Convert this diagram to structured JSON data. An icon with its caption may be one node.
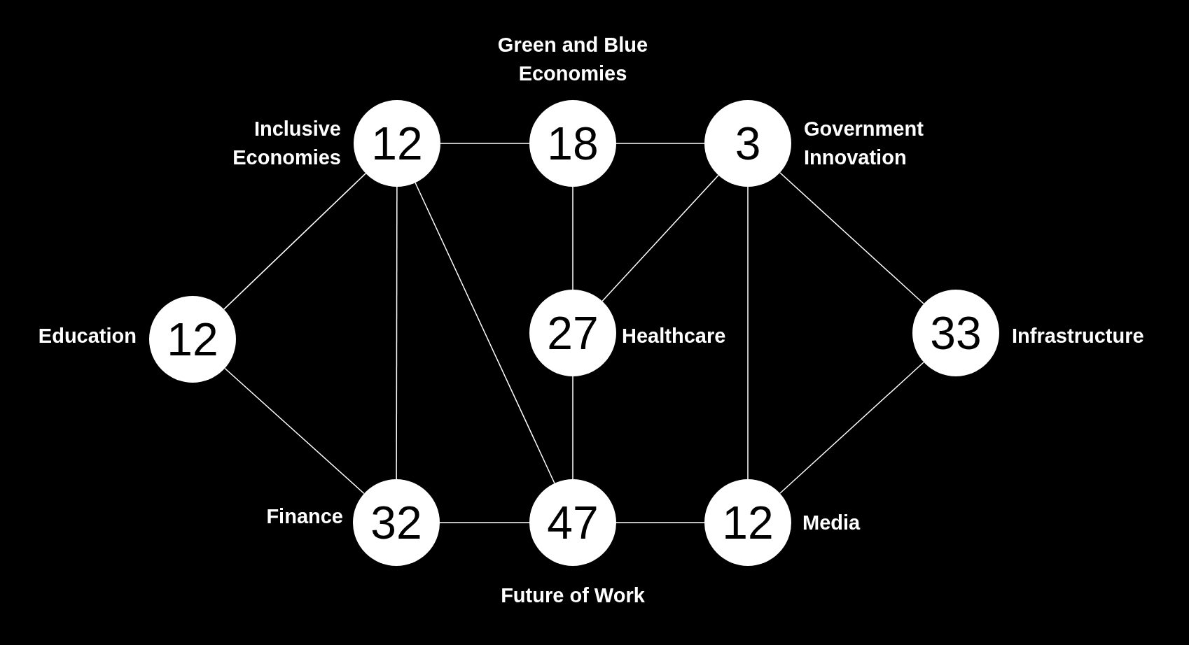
{
  "diagram": {
    "nodes": [
      {
        "text": [
          "12"
        ],
        "beside": [
          "Inclusive Economies"
        ]
      },
      {
        "text": [
          "18"
        ],
        "beside": [
          "Green and Blue Economies"
        ]
      },
      {
        "text": [
          "3"
        ],
        "beside": [
          "Government Innovation"
        ]
      },
      {
        "text": [
          "12"
        ],
        "beside": [
          "Education"
        ]
      },
      {
        "text": [
          "27"
        ],
        "beside": [
          "Healthcare"
        ]
      },
      {
        "text": [
          "33"
        ],
        "beside": [
          "Infrastructure"
        ]
      },
      {
        "text": [
          "32"
        ],
        "beside": [
          "Finance"
        ]
      },
      {
        "text": [
          "47"
        ],
        "beside": [
          "Future of Work"
        ]
      },
      {
        "text": [
          "12"
        ],
        "beside": [
          "Media"
        ]
      }
    ],
    "edges": [
      {
        "from": 0,
        "to": 1,
        "arrow": "none"
      },
      {
        "from": 1,
        "to": 2,
        "arrow": "none"
      },
      {
        "from": 0,
        "to": 3,
        "arrow": "none"
      },
      {
        "from": 0,
        "to": 6,
        "arrow": "none"
      },
      {
        "from": 0,
        "to": 7,
        "arrow": "none"
      },
      {
        "from": 1,
        "to": 4,
        "arrow": "none"
      },
      {
        "from": 2,
        "to": 4,
        "arrow": "none"
      },
      {
        "from": 2,
        "to": 8,
        "arrow": "none"
      },
      {
        "from": 2,
        "to": 5,
        "arrow": "none"
      },
      {
        "from": 3,
        "to": 6,
        "arrow": "none"
      },
      {
        "from": 4,
        "to": 7,
        "arrow": "none"
      },
      {
        "from": 6,
        "to": 7,
        "arrow": "none"
      },
      {
        "from": 7,
        "to": 8,
        "arrow": "none"
      },
      {
        "from": 5,
        "to": 8,
        "arrow": "none"
      }
    ]
  }
}
